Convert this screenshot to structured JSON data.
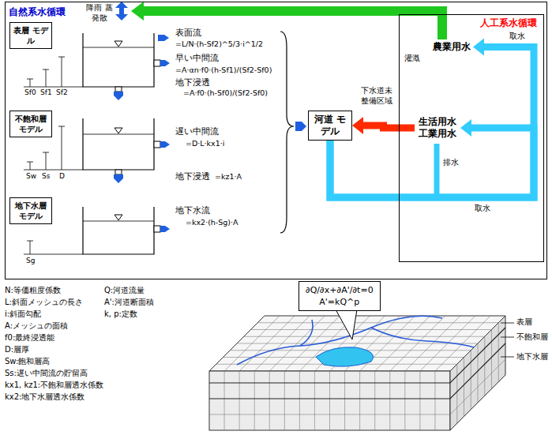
{
  "diagram": {
    "nodes": [
      {
        "text": [
          "自然系水循環"
        ]
      },
      {
        "text": [
          "表層 モデル"
        ],
        "in": 0
      },
      {
        "text": [
          "不飽和層 モデル"
        ],
        "in": 0
      },
      {
        "text": [
          "地下水層 モデル"
        ],
        "in": 0
      },
      {
        "text": [
          "河道 モデル"
        ],
        "in": 0
      },
      {
        "text": [
          "人工系水循環"
        ],
        "in": 0
      },
      {
        "text": [
          "農業用水"
        ],
        "in": 5
      },
      {
        "text": [
          "生活用水 工業用水"
        ],
        "in": 5
      },
      {
        "text": [
          "∂Q/∂x+∂A'/∂t=0",
          "A'=kQ^p"
        ]
      }
    ],
    "edges": [
      {
        "from": 4,
        "to": 6,
        "arrow": "to"
      },
      {
        "from": 4,
        "to": 7,
        "arrow": "to",
        "label": "取水"
      },
      {
        "from": 7,
        "to": 4,
        "arrow": "to",
        "label": "下水道未整備区域"
      }
    ],
    "labels": [
      "降雨 蒸発散",
      "表面流",
      "=L/N·(h-Sf2)^5/3·i^1/2",
      "早い中間流",
      "=A·αn·f0·(h-Sf1)/(Sf2-Sf0)",
      "地下浸透",
      "=A·f0·(h-Sf0)/(Sf2-Sf0)",
      "Sf0",
      "Sf1",
      "Sf2",
      "遅い中間流",
      "=D·L·kx1·i",
      "地下浸透",
      "=kz1·A",
      "Sw",
      "Ss",
      "D",
      "地下水流",
      "=kx2·(h-Sg)·A",
      "Sg",
      "灌漑",
      "取水",
      "排水",
      "N:等価粗度係数",
      "L:斜面メッシュの長さ",
      "i:斜面勾配",
      "A:メッシュの面積",
      "f0:最終浸透能",
      "D:層厚",
      "Sw:飽和層高",
      "Ss:遅い中間流の貯留高",
      "kx1, kz1:不飽和層透水係数",
      "kx2:地下水層透水係数",
      "Q:河道流量",
      "A':河道断面積",
      "k, p:定数",
      "表層",
      "不飽和層",
      "地下水層"
    ]
  }
}
